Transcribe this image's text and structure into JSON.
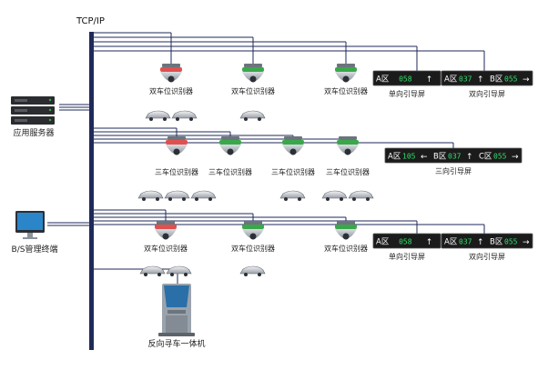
{
  "network_label": "TCP/IP",
  "server_label": "应用服务器",
  "client_label": "B/S管理终端",
  "kiosk_label": "反向寻车一体机",
  "colors": {
    "bus": "#1f2a5a",
    "red_light": "#e05050",
    "green_light": "#3aa84a",
    "screen_bg": "#1b1b1b",
    "screen_text": "#2fe06a"
  },
  "rows": [
    {
      "cameras": [
        {
          "label": "双车位识别器",
          "light": "red",
          "cars": 2
        },
        {
          "label": "双车位识别器",
          "light": "green",
          "cars": 1
        },
        {
          "label": "双车位识别器",
          "light": "green",
          "cars": 0
        }
      ],
      "screens": [
        {
          "label": "单向引导屏",
          "zones": [
            {
              "zone": "A区",
              "count": "058",
              "arrow": "↑"
            }
          ]
        },
        {
          "label": "双向引导屏",
          "zones": [
            {
              "zone": "A区",
              "count": "037",
              "arrow": "↑"
            },
            {
              "zone": "B区",
              "count": "055",
              "arrow": "→"
            }
          ]
        }
      ]
    },
    {
      "cameras": [
        {
          "label": "三车位识别器",
          "light": "red",
          "cars": 3
        },
        {
          "label": "三车位识别器",
          "light": "green",
          "cars": 0
        },
        {
          "label": "三车位识别器",
          "light": "green",
          "cars": 1
        },
        {
          "label": "三车位识别器",
          "light": "green",
          "cars": 2
        }
      ],
      "screens": [
        {
          "label": "三向引导屏",
          "zones": [
            {
              "zone": "A区",
              "count": "105",
              "arrow": "←"
            },
            {
              "zone": "B区",
              "count": "037",
              "arrow": "↑"
            },
            {
              "zone": "C区",
              "count": "055",
              "arrow": "→"
            }
          ]
        }
      ]
    },
    {
      "cameras": [
        {
          "label": "双车位识别器",
          "light": "red",
          "cars": 2
        },
        {
          "label": "双车位识别器",
          "light": "green",
          "cars": 1
        },
        {
          "label": "双车位识别器",
          "light": "green",
          "cars": 0
        }
      ],
      "screens": [
        {
          "label": "单向引导屏",
          "zones": [
            {
              "zone": "A区",
              "count": "058",
              "arrow": "↑"
            }
          ]
        },
        {
          "label": "双向引导屏",
          "zones": [
            {
              "zone": "A区",
              "count": "037",
              "arrow": "↑"
            },
            {
              "zone": "B区",
              "count": "055",
              "arrow": "→"
            }
          ]
        }
      ]
    }
  ]
}
